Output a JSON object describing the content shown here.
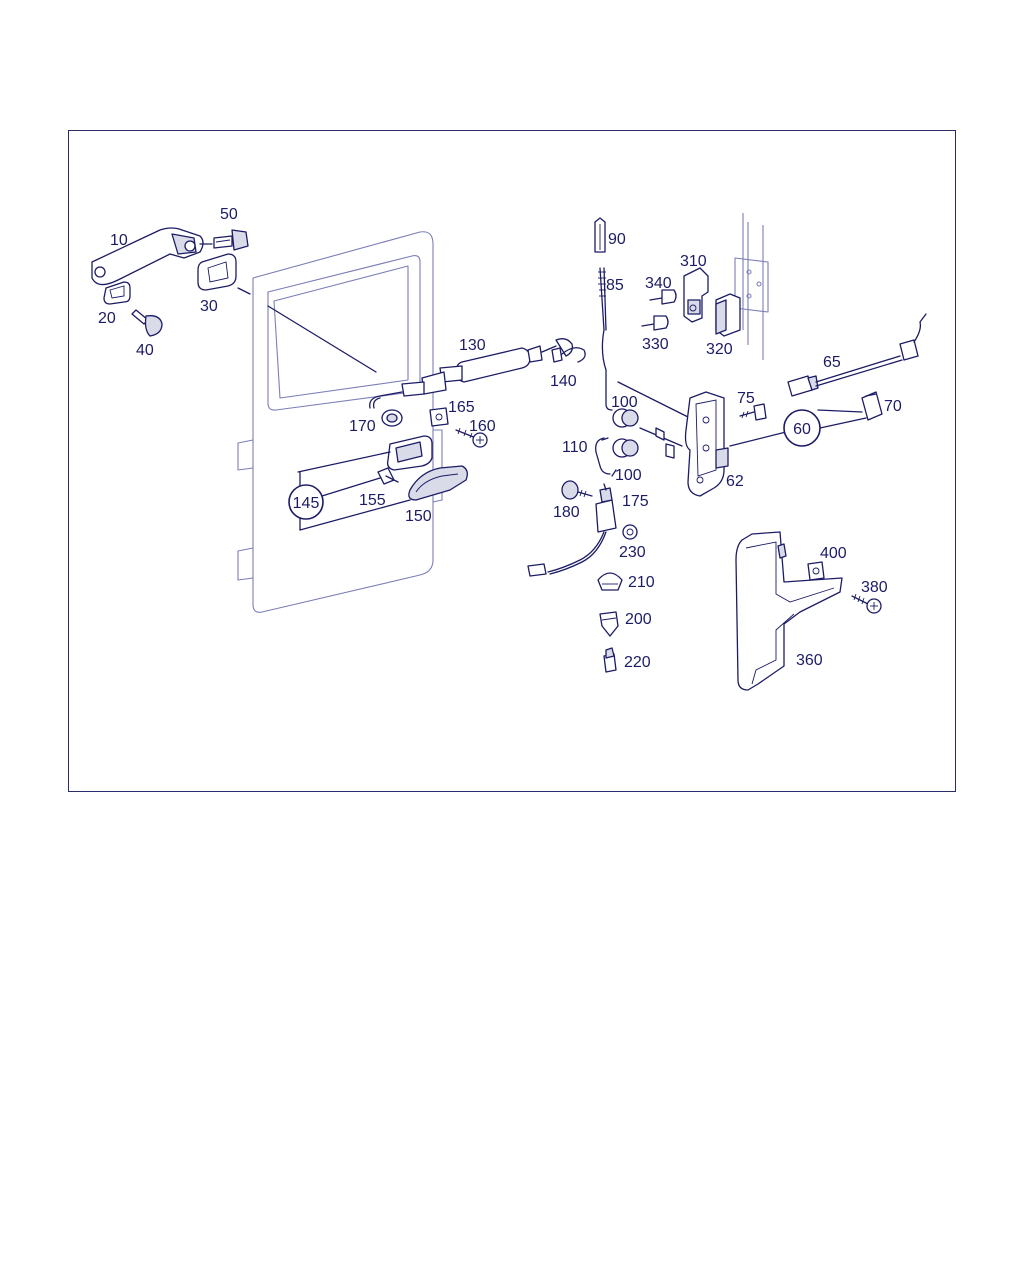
{
  "colors": {
    "ink": "#1c1c66",
    "door_outline": "#7c7fb8",
    "background": "#ffffff"
  },
  "labels": {
    "p10": "10",
    "p20": "20",
    "p30": "30",
    "p40": "40",
    "p50": "50",
    "p60": "60",
    "p62": "62",
    "p65": "65",
    "p70": "70",
    "p75": "75",
    "p85": "85",
    "p90": "90",
    "p100a": "100",
    "p100b": "100",
    "p110": "110",
    "p130": "130",
    "p140": "140",
    "p145": "145",
    "p150": "150",
    "p155": "155",
    "p160": "160",
    "p165": "165",
    "p170": "170",
    "p175": "175",
    "p180": "180",
    "p200": "200",
    "p210": "210",
    "p220": "220",
    "p230": "230",
    "p310": "310",
    "p320": "320",
    "p330": "330",
    "p340": "340",
    "p360": "360",
    "p380": "380",
    "p400": "400"
  }
}
